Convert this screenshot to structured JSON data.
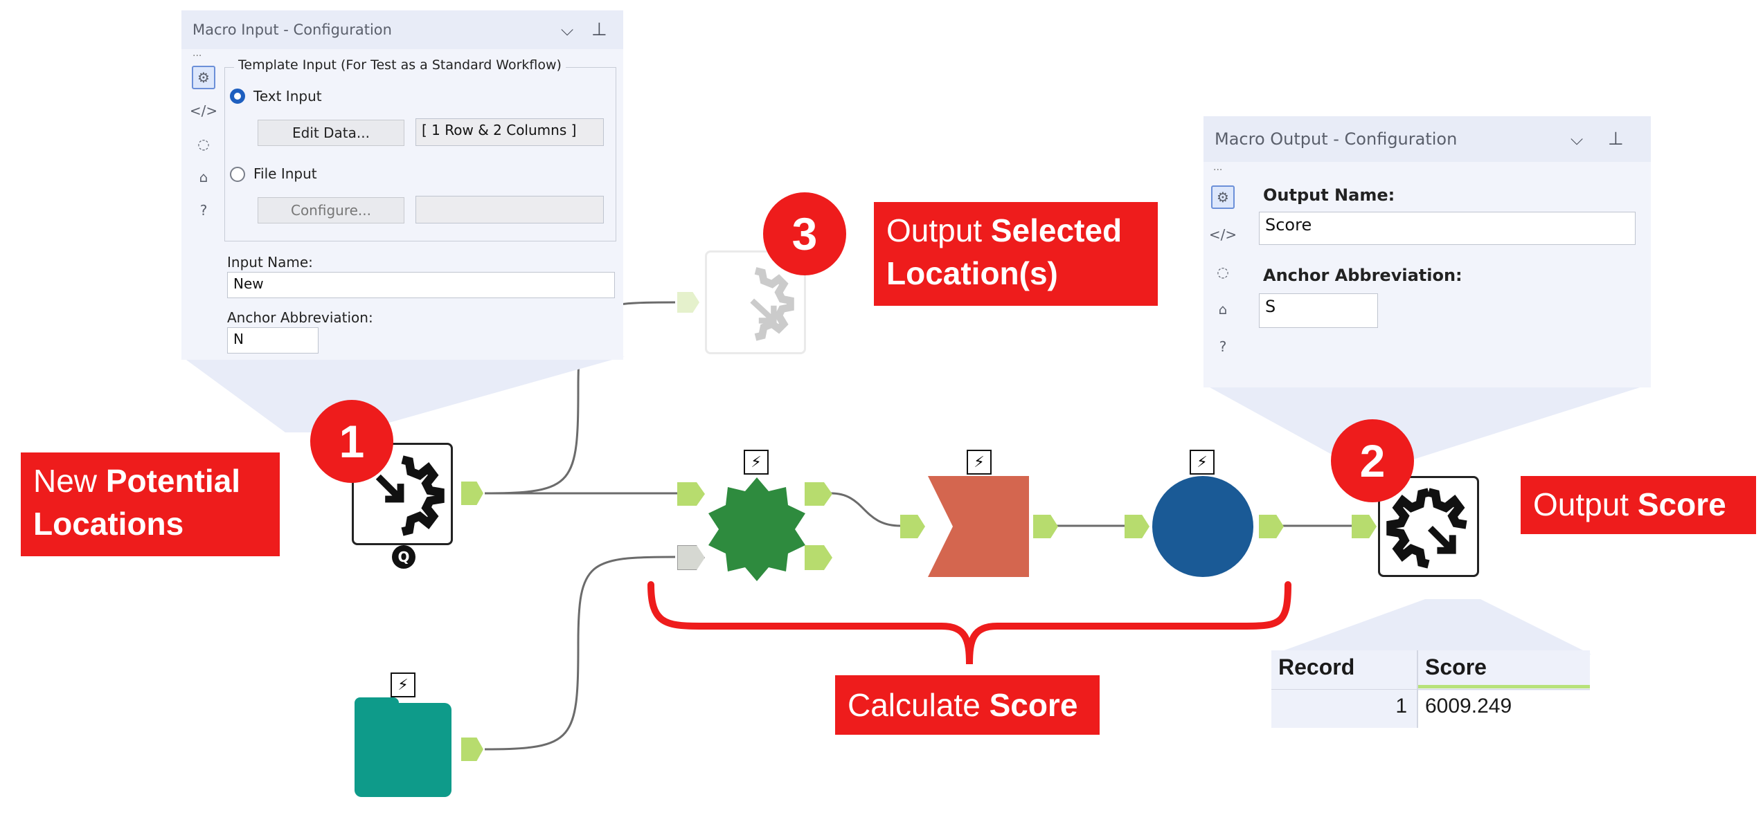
{
  "macro_input": {
    "title": "Macro Input - Configuration",
    "group_label": "Template Input (For Test as a Standard Workflow)",
    "text_input_label": "Text Input",
    "edit_data_label": "Edit Data...",
    "edit_data_summary": "[ 1 Row & 2 Columns ]",
    "file_input_label": "File Input",
    "configure_label": "Configure...",
    "input_name_label": "Input Name:",
    "input_name_value": "New",
    "anchor_label": "Anchor Abbreviation:",
    "anchor_value": "N"
  },
  "macro_output": {
    "title": "Macro Output - Configuration",
    "output_name_label": "Output Name:",
    "output_name_value": "Score",
    "anchor_label": "Anchor Abbreviation:",
    "anchor_value": "S"
  },
  "callouts": {
    "step1": "1",
    "step2": "2",
    "step3": "3",
    "new_locations_a": "New ",
    "new_locations_b": "Potential",
    "new_locations_c": "Locations",
    "output_selected_a": "Output ",
    "output_selected_b": "Selected",
    "output_selected_c": "Location(s)",
    "output_score_a": "Output ",
    "output_score_b": "Score",
    "calculate_a": "Calculate ",
    "calculate_b": "Score"
  },
  "results": {
    "headers": [
      "Record",
      "Score"
    ],
    "rows": [
      [
        "1",
        "6009.249"
      ]
    ]
  },
  "tools": {
    "macro_input_badge": "Q",
    "lightning": "⚡"
  },
  "colors": {
    "accent_red": "#ee1c1c",
    "spatial_green": "#2e8b3e",
    "summarize_orange": "#d4664f",
    "formula_blue": "#1a5a96",
    "input_teal": "#0e9b8a",
    "anchor_green": "#b7dc6e"
  },
  "icons": {
    "settings": "gear-icon",
    "xml": "code-icon",
    "annotation": "annotation-icon",
    "tag": "tag-icon",
    "help": "help-icon",
    "collapse": "chevron-down-icon",
    "pin": "pin-icon"
  }
}
